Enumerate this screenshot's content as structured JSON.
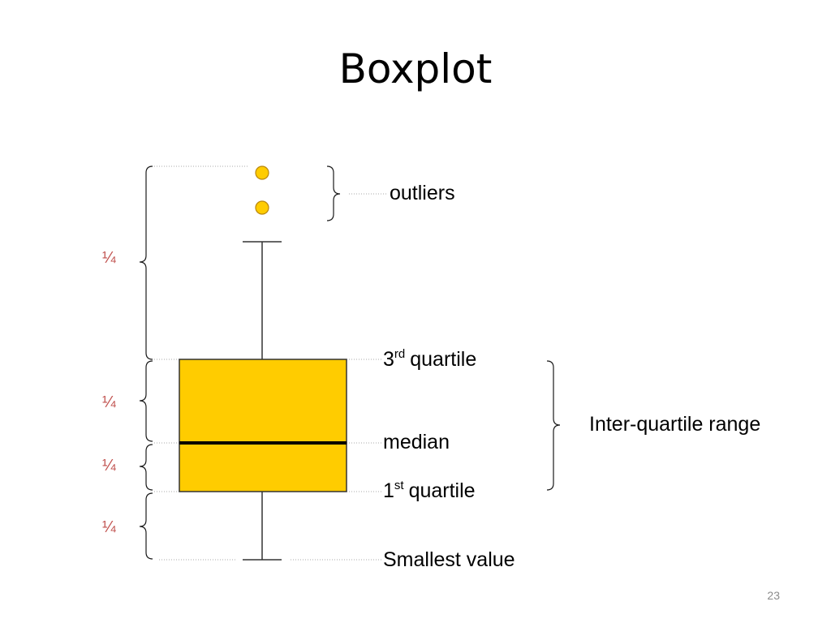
{
  "title": "Boxplot",
  "labels": {
    "outliers": "outliers",
    "third_quartile_num": "3",
    "third_quartile_sup": "rd",
    "third_quartile_word": "quartile",
    "median": "median",
    "first_quartile_num": "1",
    "first_quartile_sup": "st",
    "first_quartile_word": "quartile",
    "smallest_value": "Smallest value",
    "iqr": "Inter-quartile range"
  },
  "fractions": [
    "¼",
    "¼",
    "¼",
    "¼"
  ],
  "colors": {
    "box_fill": "#FFCC00",
    "outlier_fill": "#FFCC00",
    "fraction_text": "#C0504D"
  },
  "page_number": "23"
}
